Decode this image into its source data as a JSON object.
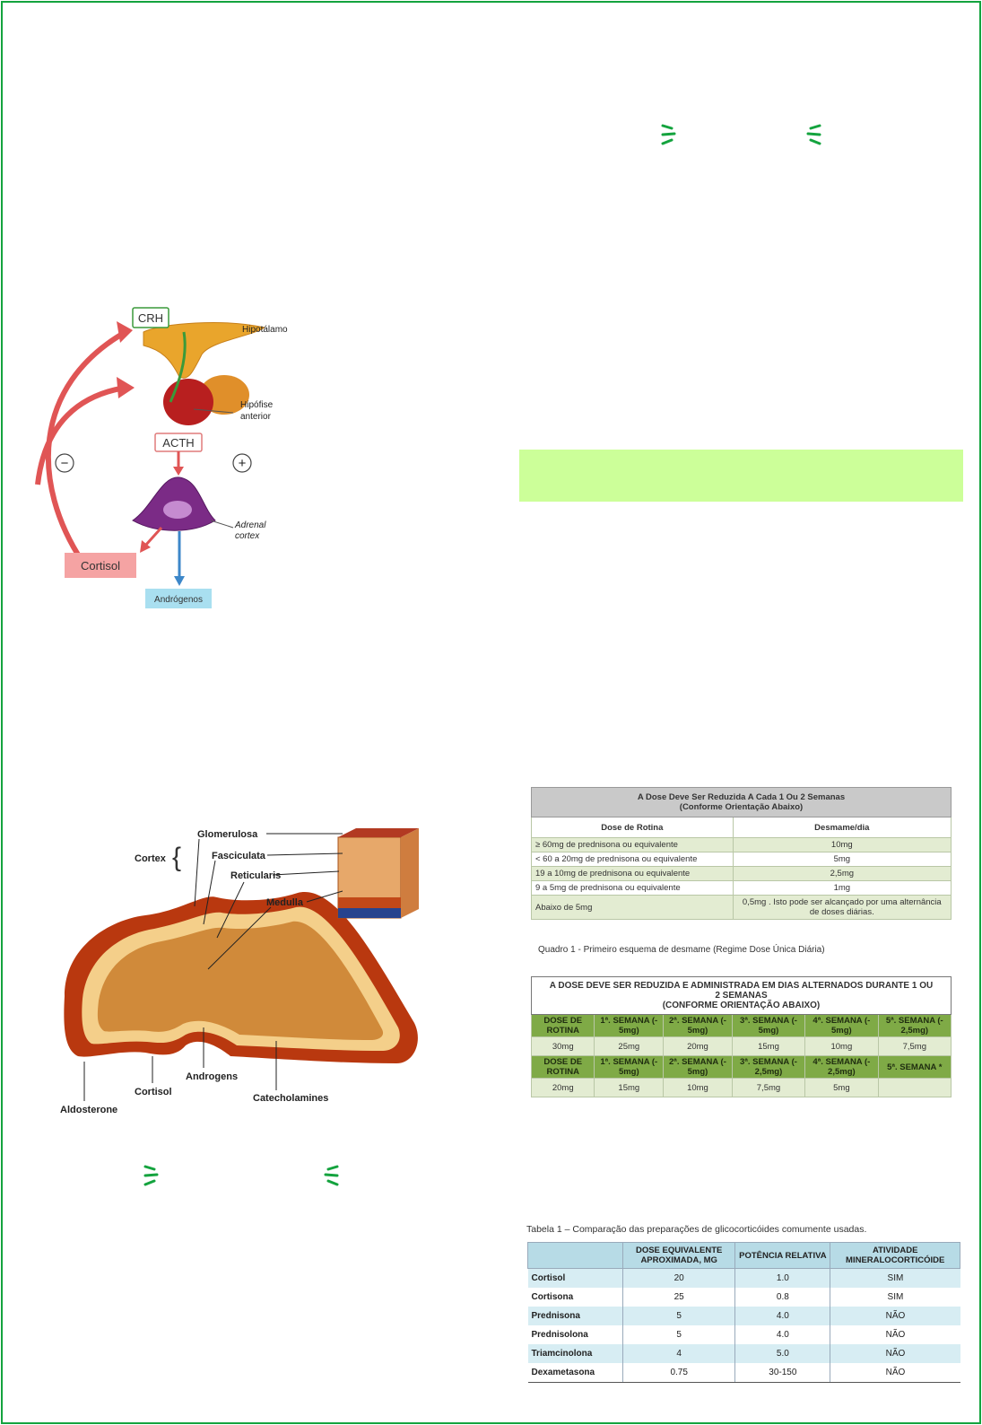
{
  "hpa_diagram": {
    "crh": "CRH",
    "hipotalamo": "Hipotálamo",
    "hipofise_line1": "Hipófise",
    "hipofise_line2": "anterior",
    "acth": "ACTH",
    "minus": "−",
    "plus": "+",
    "adrenal_line1": "Adrenal",
    "adrenal_line2": "cortex",
    "cortisol": "Cortisol",
    "androgenos": "Andrógenos"
  },
  "adrenal_diagram": {
    "cortex": "Cortex",
    "glomerulosa": "Glomerulosa",
    "fasciculata": "Fasciculata",
    "reticularis": "Reticularis",
    "medulla": "Medulla",
    "aldosterone": "Aldosterone",
    "cortisol": "Cortisol",
    "androgens": "Androgens",
    "catecholamines": "Catecholamines"
  },
  "weaning_table_1": {
    "title_line1": "A Dose Deve Ser Reduzida A Cada 1 Ou 2 Semanas",
    "title_line2": "(Conforme Orientação Abaixo)",
    "col1": "Dose de Rotina",
    "col2": "Desmame/dia",
    "rows": [
      [
        "≥ 60mg de prednisona ou equivalente",
        "10mg"
      ],
      [
        "< 60 a 20mg de prednisona ou equivalente",
        "5mg"
      ],
      [
        "19 a 10mg de prednisona ou equivalente",
        "2,5mg"
      ],
      [
        "9 a 5mg de prednisona ou equivalente",
        "1mg"
      ],
      [
        "Abaixo de 5mg",
        "0,5mg . Isto pode ser alcançado por uma alternância de doses diárias."
      ]
    ],
    "caption": "Quadro 1 - Primeiro esquema de desmame (Regime Dose Única Diária)"
  },
  "weaning_table_2": {
    "title_line1": "A DOSE DEVE SER REDUZIDA E ADMINISTRADA EM DIAS ALTERNADOS DURANTE 1 OU",
    "title_line2": "2 SEMANAS",
    "title_line3": "(CONFORME ORIENTAÇÃO ABAIXO)",
    "header1": [
      "DOSE DE ROTINA",
      "1ª. SEMANA (- 5mg)",
      "2ª. SEMANA (- 5mg)",
      "3ª. SEMANA (- 5mg)",
      "4ª. SEMANA (- 5mg)",
      "5ª. SEMANA (- 2,5mg)"
    ],
    "row1": [
      "30mg",
      "25mg",
      "20mg",
      "15mg",
      "10mg",
      "7,5mg"
    ],
    "header2": [
      "DOSE DE ROTINA",
      "1ª. SEMANA (- 5mg)",
      "2ª. SEMANA (- 5mg)",
      "3ª. SEMANA (- 2,5mg)",
      "4ª. SEMANA (- 2,5mg)",
      "5ª. SEMANA *"
    ],
    "row2": [
      "20mg",
      "15mg",
      "10mg",
      "7,5mg",
      "5mg",
      ""
    ]
  },
  "glucocorticoid_table": {
    "caption": "Tabela 1 – Comparação das  preparações de glicocorticóides comumente usadas.",
    "headers": [
      "",
      "DOSE EQUIVALENTE APROXIMADA, MG",
      "POTÊNCIA RELATIVA",
      "ATIVIDADE MINERALOCORTICÓIDE"
    ],
    "rows": [
      [
        "Cortisol",
        "20",
        "1.0",
        "SIM"
      ],
      [
        "Cortisona",
        "25",
        "0.8",
        "SIM"
      ],
      [
        "Prednisona",
        "5",
        "4.0",
        "NÃO"
      ],
      [
        "Prednisolona",
        "5",
        "4.0",
        "NÃO"
      ],
      [
        "Triamcinolona",
        "4",
        "5.0",
        "NÃO"
      ],
      [
        "Dexametasona",
        "0.75",
        "30-150",
        "NÃO"
      ]
    ]
  },
  "colors": {
    "frame": "#14a33e",
    "highlight_box": "#ccff99",
    "table_green": "#7faa46",
    "table_blue": "#b7dbe6"
  }
}
